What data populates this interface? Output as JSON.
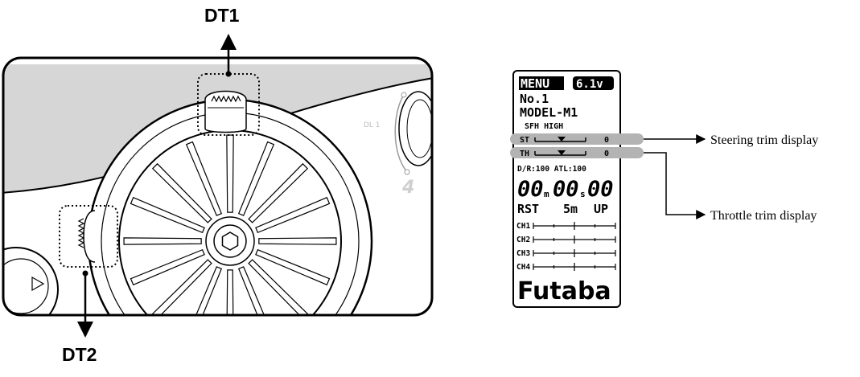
{
  "callouts": {
    "dt1": "DT1",
    "dt2": "DT2"
  },
  "transmitter": {
    "body_marking_dl": "DL 1",
    "body_marking_4": "4"
  },
  "lcd": {
    "menu": "MENU",
    "voltage": "6.1v",
    "model_number": "No.1",
    "model_name": "MODEL-M1",
    "mode": "SFH HIGH",
    "st_label": "ST",
    "st_value": "0",
    "th_label": "TH",
    "th_value": "0",
    "dr_atl": "D/R:100 ATL:100",
    "timer": {
      "minutes": "00",
      "min_unit": "m",
      "seconds": "00",
      "sec_unit": "s",
      "hundredths": "00"
    },
    "timer_row": {
      "rst": "RST",
      "interval": "5m",
      "direction": "UP"
    },
    "channels": [
      "CH1",
      "CH2",
      "CH3",
      "CH4"
    ],
    "brand": "Futaba"
  },
  "annotations": {
    "steering": "Steering trim display",
    "throttle": "Throttle trim display"
  },
  "colors": {
    "highlight": "#b3b3b3",
    "body_shade": "#d6d6d6",
    "ink": "#000000"
  }
}
